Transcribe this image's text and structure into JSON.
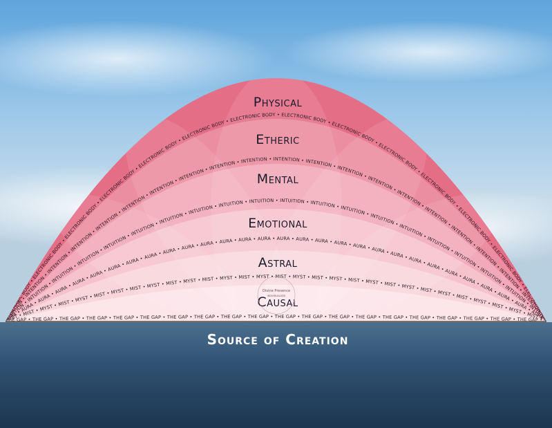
{
  "layers": [
    {
      "id": "physical",
      "label": "Physical",
      "color": "#e56e87"
    },
    {
      "id": "etheric",
      "label": "Etheric",
      "color": "#ec8ea1"
    },
    {
      "id": "mental",
      "label": "Mental",
      "color": "#f2aab8"
    },
    {
      "id": "emotional",
      "label": "Emotional",
      "color": "#f6c3cd"
    },
    {
      "id": "astral",
      "label": "Astral",
      "color": "#f9d6dc"
    },
    {
      "id": "causal",
      "label": "Causal",
      "color": "#fce6ea"
    }
  ],
  "bands": [
    {
      "id": "electronic-body",
      "label": "ELECTRONIC BODY"
    },
    {
      "id": "intention",
      "label": "INTENTION"
    },
    {
      "id": "intuition",
      "label": "INTUITION"
    },
    {
      "id": "aura",
      "label": "AURA"
    },
    {
      "id": "myst-mist",
      "label": "MYST • MIST"
    },
    {
      "id": "the-gap",
      "label": "THE GAP"
    }
  ],
  "center_mark": {
    "title": "Divine Presence",
    "subtitle": "INDIVIDUALIZED"
  },
  "source": {
    "label": "Source of Creation"
  },
  "colors": {
    "sea": "#2e4d6c",
    "sky": "#7fb6e2",
    "core": "#fdf0f2"
  }
}
